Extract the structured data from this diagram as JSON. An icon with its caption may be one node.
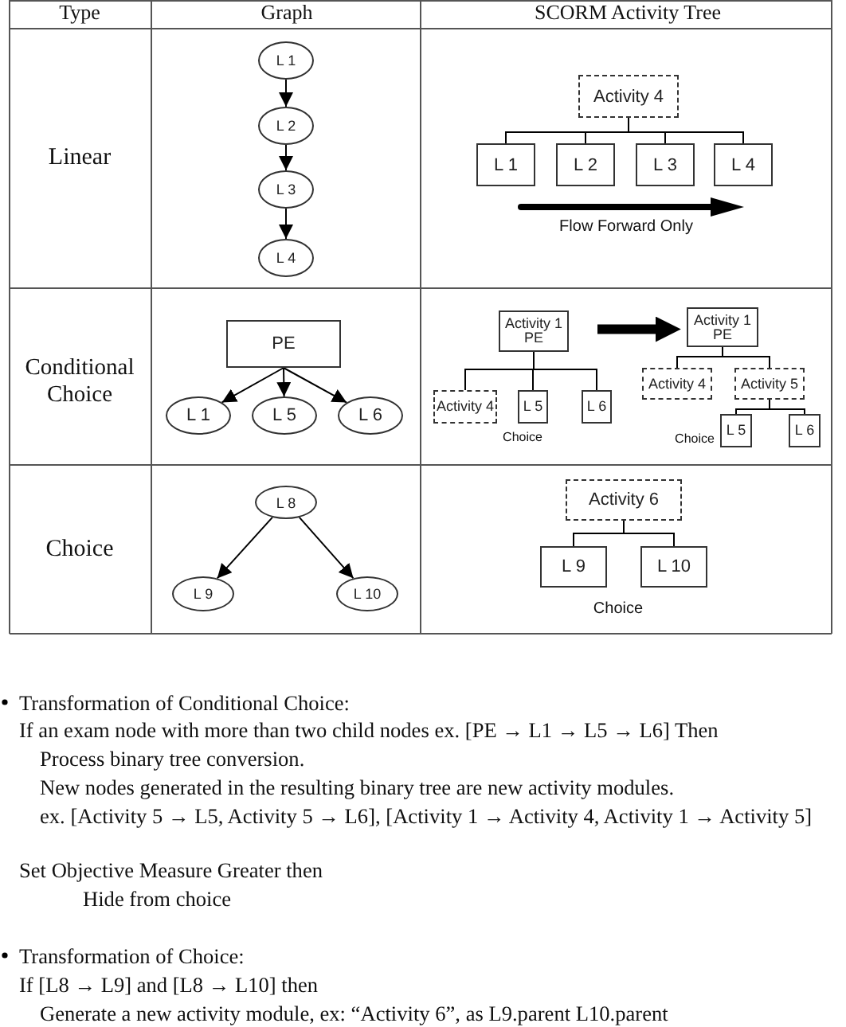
{
  "diagram": {
    "nodes": [
      {
        "text": [
          "L 1"
        ]
      },
      {
        "text": [
          "L 2"
        ]
      },
      {
        "text": [
          "L 3"
        ]
      },
      {
        "text": [
          "L 4"
        ]
      },
      {
        "text": [
          "Activity 4"
        ]
      },
      {
        "text": [
          "L 1"
        ]
      },
      {
        "text": [
          "L 2"
        ]
      },
      {
        "text": [
          "L 3"
        ]
      },
      {
        "text": [
          "L 4"
        ]
      },
      {
        "text": [
          "PE"
        ]
      },
      {
        "text": [
          "L 1"
        ]
      },
      {
        "text": [
          "L 5"
        ]
      },
      {
        "text": [
          "L 6"
        ]
      },
      {
        "text": [
          "Activity 1 PE"
        ]
      },
      {
        "text": [
          "Activity 4"
        ]
      },
      {
        "text": [
          "L 5"
        ]
      },
      {
        "text": [
          "L 6"
        ]
      },
      {
        "text": [
          "Activity 1 PE"
        ]
      },
      {
        "text": [
          "Activity 4"
        ]
      },
      {
        "text": [
          "Activity 5"
        ]
      },
      {
        "text": [
          "L 5"
        ]
      },
      {
        "text": [
          "L 6"
        ]
      },
      {
        "text": [
          "L 8"
        ]
      },
      {
        "text": [
          "L 9"
        ]
      },
      {
        "text": [
          "L 10"
        ]
      },
      {
        "text": [
          "Activity 6"
        ]
      },
      {
        "text": [
          "L 9"
        ]
      },
      {
        "text": [
          "L 10"
        ]
      }
    ],
    "edges": [
      {
        "from": 0,
        "to": 1,
        "arrow": "to"
      },
      {
        "from": 1,
        "to": 2,
        "arrow": "to"
      },
      {
        "from": 2,
        "to": 3,
        "arrow": "to"
      },
      {
        "from": 4,
        "to": 5,
        "arrow": "none"
      },
      {
        "from": 4,
        "to": 6,
        "arrow": "none"
      },
      {
        "from": 4,
        "to": 7,
        "arrow": "none"
      },
      {
        "from": 4,
        "to": 8,
        "arrow": "none"
      },
      {
        "from": 9,
        "to": 10,
        "arrow": "to"
      },
      {
        "from": 9,
        "to": 11,
        "arrow": "to"
      },
      {
        "from": 9,
        "to": 12,
        "arrow": "to"
      },
      {
        "from": 13,
        "to": 14,
        "arrow": "none"
      },
      {
        "from": 13,
        "to": 15,
        "arrow": "none"
      },
      {
        "from": 13,
        "to": 16,
        "arrow": "none"
      },
      {
        "from": 13,
        "to": 17,
        "arrow": "to",
        "style": "thick"
      },
      {
        "from": 17,
        "to": 18,
        "arrow": "none"
      },
      {
        "from": 17,
        "to": 19,
        "arrow": "none"
      },
      {
        "from": 19,
        "to": 20,
        "arrow": "none"
      },
      {
        "from": 19,
        "to": 21,
        "arrow": "none"
      },
      {
        "from": 22,
        "to": 23,
        "arrow": "to"
      },
      {
        "from": 22,
        "to": 24,
        "arrow": "to"
      },
      {
        "from": 25,
        "to": 26,
        "arrow": "none"
      },
      {
        "from": 25,
        "to": 27,
        "arrow": "none"
      }
    ],
    "labels": [
      "Type",
      "Graph",
      "SCORM Activity Tree",
      "Linear",
      "Flow Forward Only",
      "Conditional Choice",
      "Choice",
      "Choice",
      "Choice",
      "Choice",
      "Transformation of Conditional Choice:",
      "If an exam node with more than two child nodes ex. [PE → L1 → L5 → L6] Then",
      "Process binary tree conversion.",
      "New nodes generated in the resulting binary tree are new activity modules.",
      "ex. [Activity 5 → L5, Activity 5 → L6], [Activity 1 → Activity 4, Activity 1 → Activity 5]",
      "Set Objective Measure Greater then",
      "Hide from choice",
      "Transformation of Choice:",
      "If [L8 → L9] and [L8 → L10] then",
      "Generate a new activity module, ex: “Activity 6”, as L9.parent L10.parent"
    ]
  }
}
